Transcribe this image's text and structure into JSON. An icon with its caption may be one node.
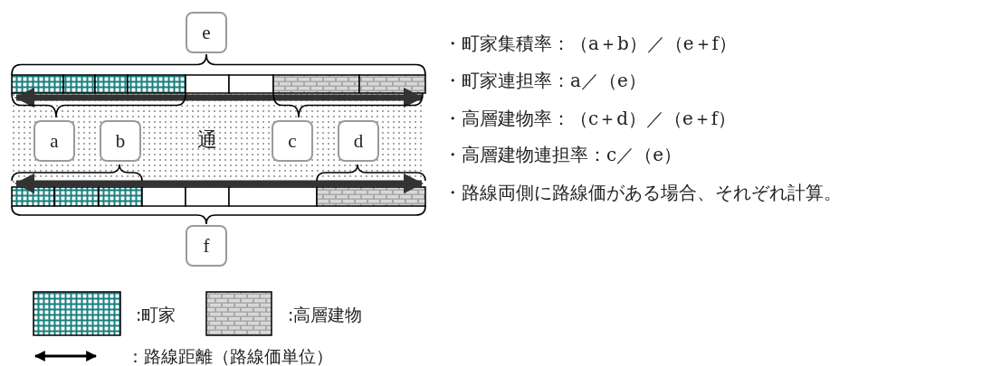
{
  "diagram": {
    "nodes": [
      {
        "text": [
          "e"
        ]
      },
      {
        "text": [
          "a"
        ]
      },
      {
        "text": [
          "b"
        ]
      },
      {
        "text": [
          "c"
        ]
      },
      {
        "text": [
          "d"
        ]
      },
      {
        "text": [
          "f"
        ]
      }
    ],
    "labels": [
      "通",
      "・町家集積率：（a＋b）／（e＋f）",
      "・町家連担率：a／（e）",
      "・高層建物率：（c＋d）／（e＋f）",
      "・高層建物連担率：c／（e）",
      "・路線両側に路線価がある場合、それぞれ計算。"
    ],
    "legend": [
      {
        "text": ":町家"
      },
      {
        "text": ":高層建物"
      },
      {
        "text": "：路線距離（路線価単位）"
      }
    ]
  }
}
